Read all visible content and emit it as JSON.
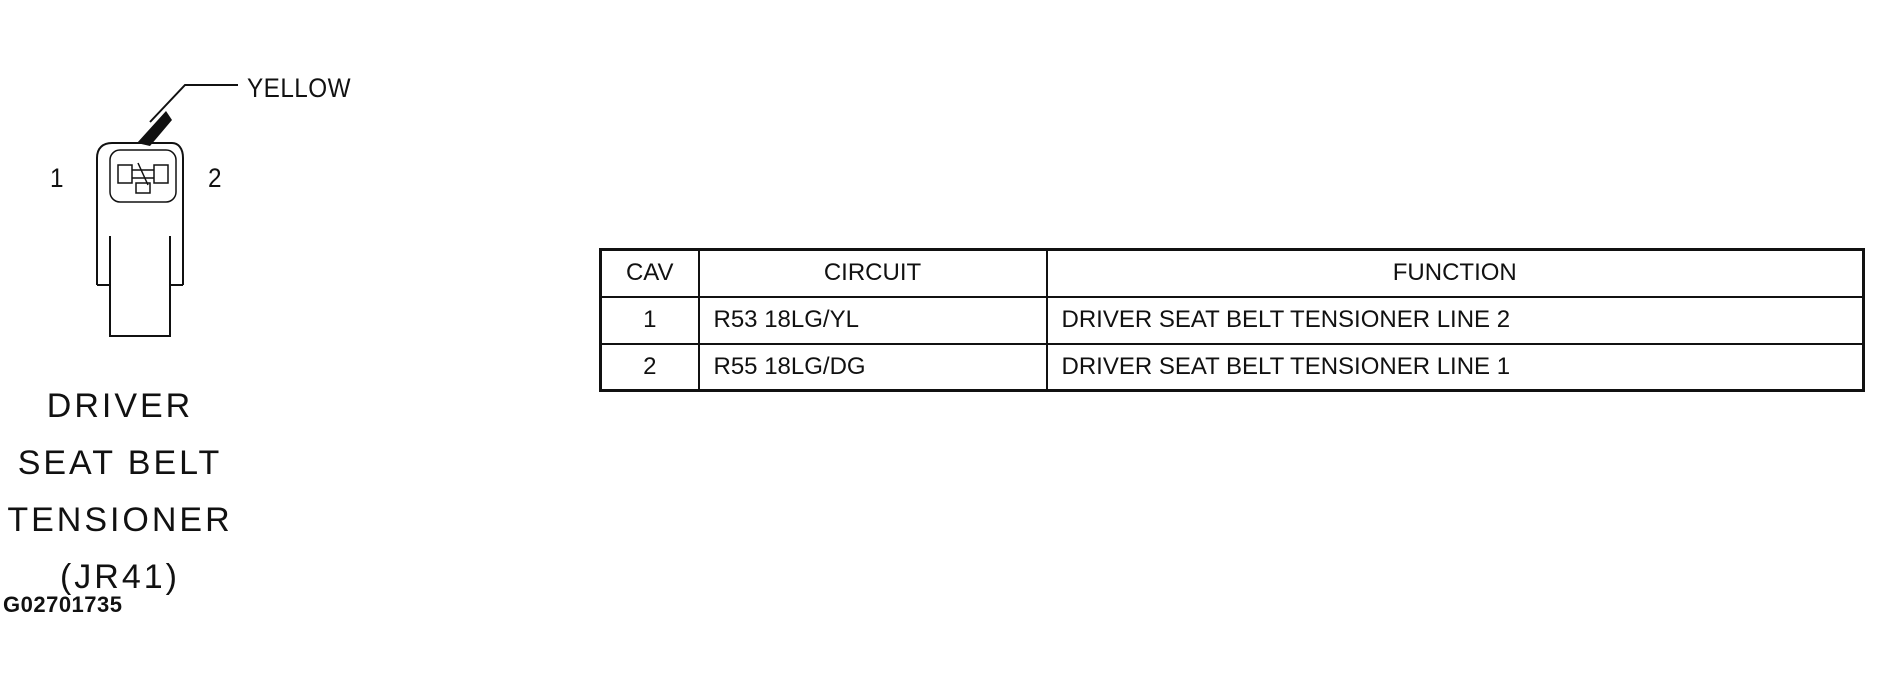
{
  "connector": {
    "color_callout": "YELLOW",
    "cavity_labels": [
      "1",
      "2"
    ],
    "name_lines": [
      "DRIVER",
      "SEAT BELT",
      "TENSIONER",
      "(JR41)"
    ]
  },
  "figure_id": "G02701735",
  "table": {
    "headers": [
      "CAV",
      "CIRCUIT",
      "FUNCTION"
    ],
    "rows": [
      {
        "cav": "1",
        "circuit": "R53 18LG/YL",
        "function": "DRIVER SEAT BELT TENSIONER LINE 2"
      },
      {
        "cav": "2",
        "circuit": "R55 18LG/DG",
        "function": "DRIVER SEAT BELT TENSIONER LINE 1"
      }
    ]
  }
}
